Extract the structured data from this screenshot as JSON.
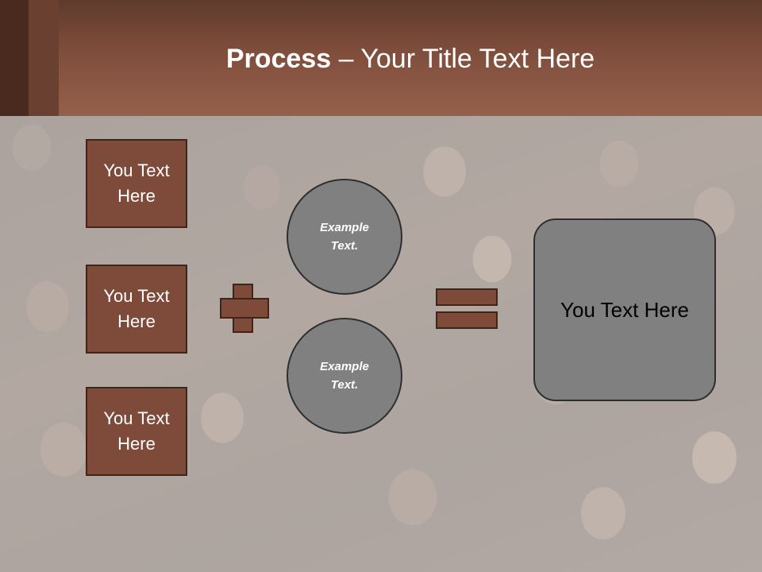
{
  "title": {
    "bold": "Process",
    "rest": " – Your Title Text Here"
  },
  "boxes": [
    {
      "label": "You Text Here"
    },
    {
      "label": "You Text Here"
    },
    {
      "label": "You Text Here"
    }
  ],
  "circles": [
    {
      "label": "Example Text."
    },
    {
      "label": "Example Text."
    }
  ],
  "result": {
    "label": "You Text Here"
  },
  "colors": {
    "title_bar": "#8c5744",
    "box_fill": "#7e4a3a",
    "circle_fill": "#808080",
    "title_text": "#ffffff"
  }
}
